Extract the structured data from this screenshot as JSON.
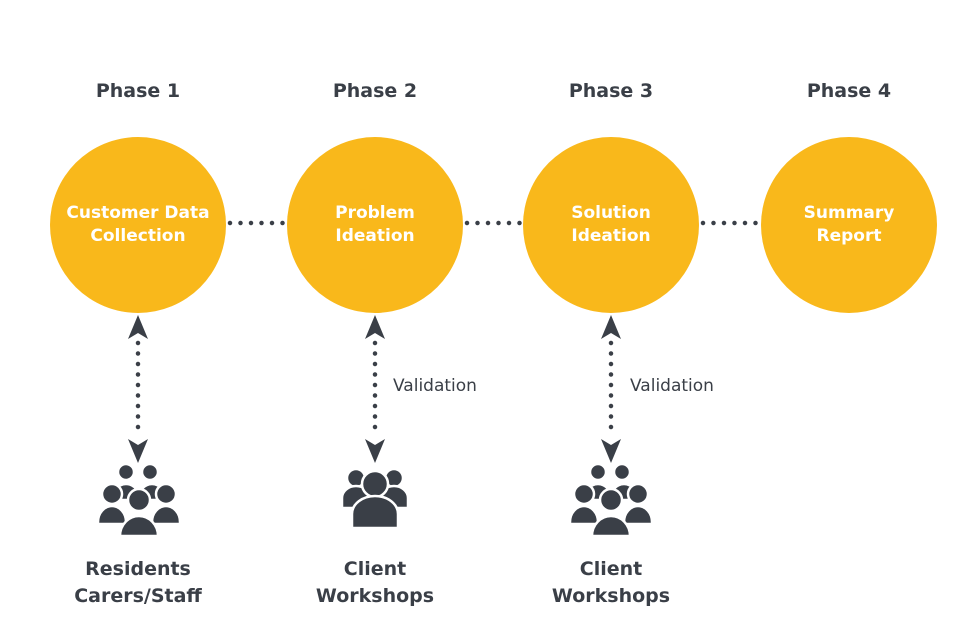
{
  "colors": {
    "accent": "#f9b81b",
    "text": "#3a3f47",
    "circle_text": "#ffffff"
  },
  "phases": [
    {
      "label": "Phase 1",
      "title": "Customer Data\nCollection"
    },
    {
      "label": "Phase 2",
      "title": "Problem\nIdeation"
    },
    {
      "label": "Phase 3",
      "title": "Solution\nIdeation"
    },
    {
      "label": "Phase 4",
      "title": "Summary\nReport"
    }
  ],
  "connections": [
    {
      "phase": 1,
      "label": "",
      "icon": "group-icon",
      "group": "Residents\nCarers/Staff"
    },
    {
      "phase": 2,
      "label": "Validation",
      "icon": "team-icon",
      "group": "Client\nWorkshops"
    },
    {
      "phase": 3,
      "label": "Validation",
      "icon": "group-icon",
      "group": "Client\nWorkshops"
    }
  ]
}
